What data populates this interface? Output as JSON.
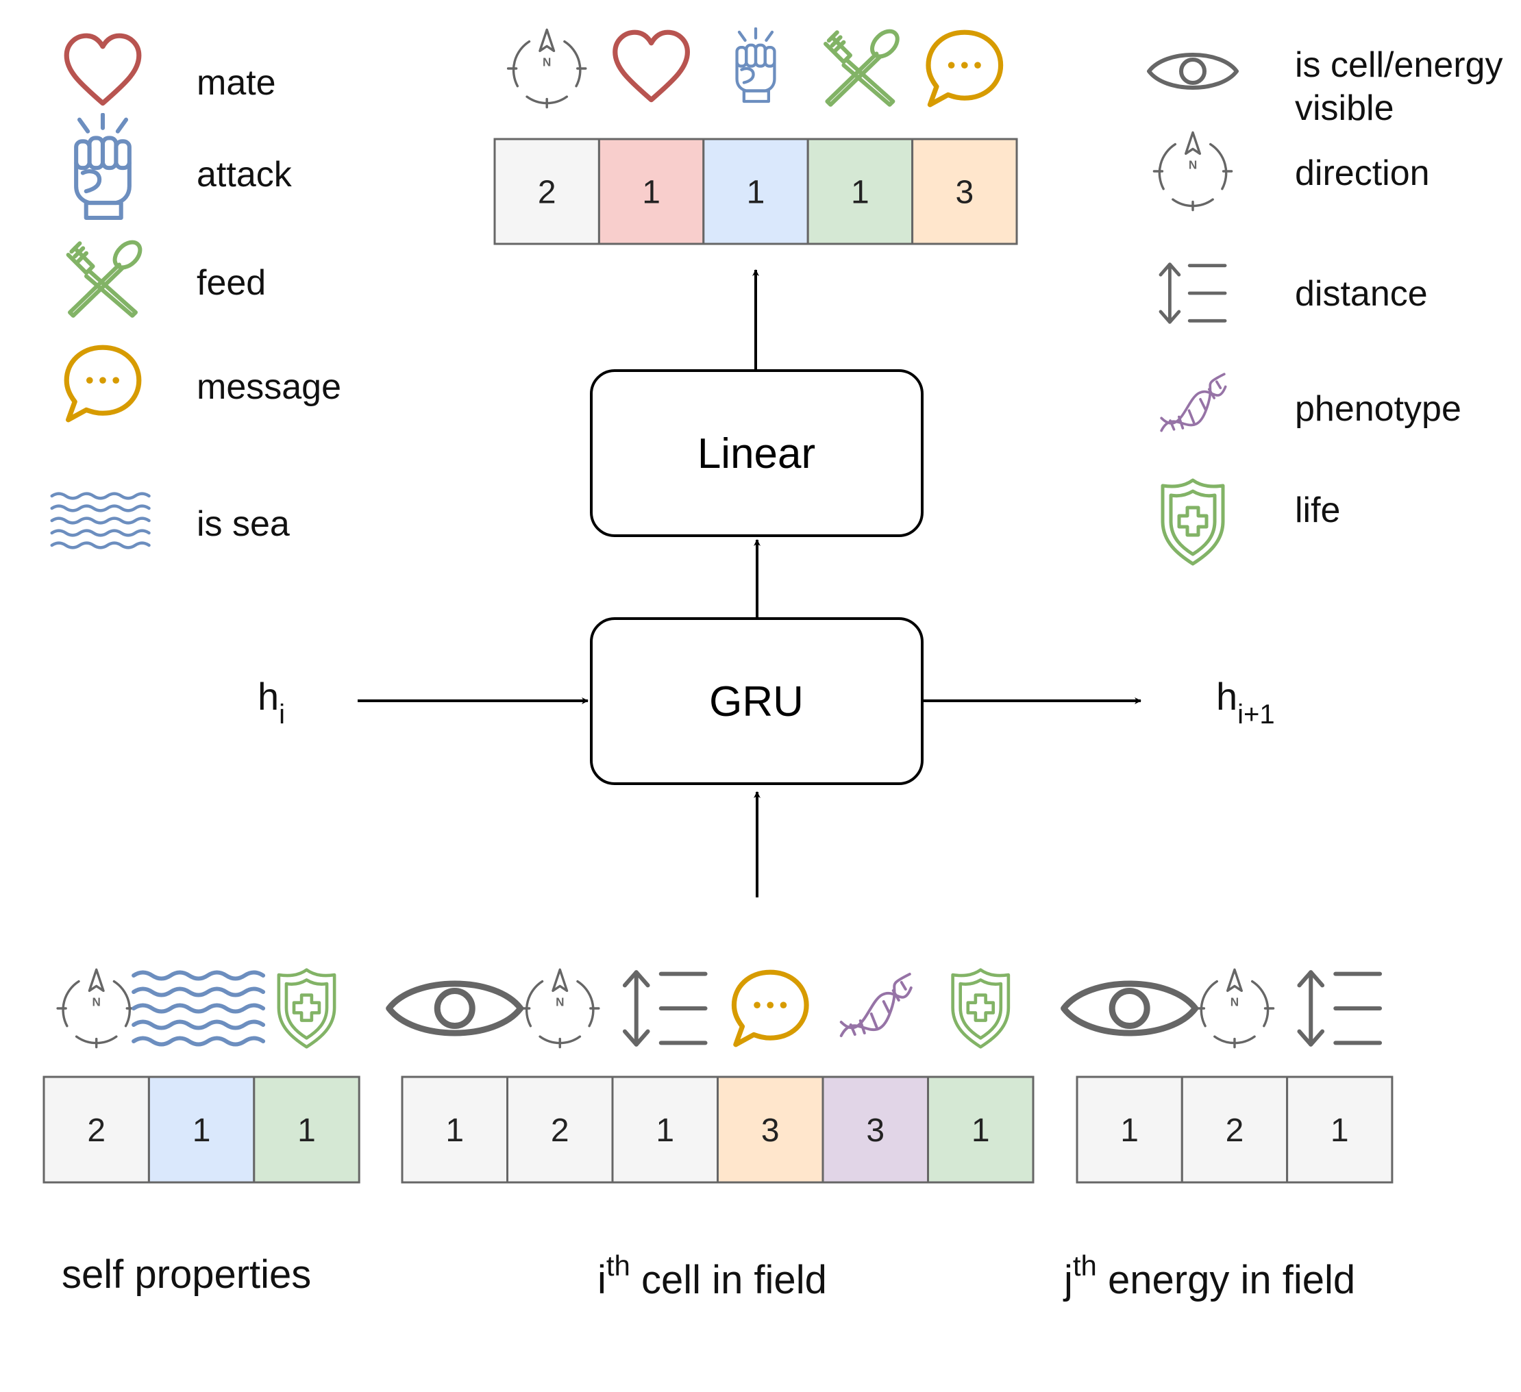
{
  "legend_left": [
    {
      "icon": "heart-icon",
      "label": "mate"
    },
    {
      "icon": "fist-icon",
      "label": "attack"
    },
    {
      "icon": "fork-spoon-icon",
      "label": "feed"
    },
    {
      "icon": "speech-bubble-icon",
      "label": "message"
    },
    {
      "icon": "waves-icon",
      "label": "is sea"
    }
  ],
  "legend_right": [
    {
      "icon": "eye-icon",
      "label_line1": "is cell/energy",
      "label_line2": "visible"
    },
    {
      "icon": "compass-icon",
      "label": "direction"
    },
    {
      "icon": "distance-icon",
      "label": "distance"
    },
    {
      "icon": "dna-icon",
      "label": "phenotype"
    },
    {
      "icon": "shield-cross-icon",
      "label": "life"
    }
  ],
  "output_vector": [
    {
      "icon": "compass-icon",
      "value": "2",
      "color": "#f5f5f5"
    },
    {
      "icon": "heart-icon",
      "value": "1",
      "color": "#f8cecc"
    },
    {
      "icon": "fist-icon",
      "value": "1",
      "color": "#dae8fc"
    },
    {
      "icon": "fork-spoon-icon",
      "value": "1",
      "color": "#d5e8d4"
    },
    {
      "icon": "speech-bubble-icon",
      "value": "3",
      "color": "#ffe6cc"
    }
  ],
  "boxes": {
    "linear": "Linear",
    "gru": "GRU"
  },
  "hidden": {
    "in_base": "h",
    "in_sub": "i",
    "out_base": "h",
    "out_sub": "i+1"
  },
  "self_properties": {
    "caption": "self properties",
    "cells": [
      {
        "icon": "compass-icon",
        "value": "2",
        "color": "#f5f5f5"
      },
      {
        "icon": "waves-icon",
        "value": "1",
        "color": "#dae8fc"
      },
      {
        "icon": "shield-cross-icon",
        "value": "1",
        "color": "#d5e8d4"
      }
    ]
  },
  "cell_in_field": {
    "caption_base": "i",
    "caption_sup": "th",
    "caption_rest": " cell in field",
    "cells": [
      {
        "icon": "eye-icon",
        "value": "1",
        "color": "#f5f5f5"
      },
      {
        "icon": "compass-icon",
        "value": "2",
        "color": "#f5f5f5"
      },
      {
        "icon": "distance-icon",
        "value": "1",
        "color": "#f5f5f5"
      },
      {
        "icon": "speech-bubble-icon",
        "value": "3",
        "color": "#ffe6cc"
      },
      {
        "icon": "dna-icon",
        "value": "3",
        "color": "#e1d5e7"
      },
      {
        "icon": "shield-cross-icon",
        "value": "1",
        "color": "#d5e8d4"
      }
    ]
  },
  "energy_in_field": {
    "caption_base": "j",
    "caption_sup": "th",
    "caption_rest": " energy in field",
    "cells": [
      {
        "icon": "eye-icon",
        "value": "1",
        "color": "#f5f5f5"
      },
      {
        "icon": "compass-icon",
        "value": "2",
        "color": "#f5f5f5"
      },
      {
        "icon": "distance-icon",
        "value": "1",
        "color": "#f5f5f5"
      }
    ]
  },
  "icon_colors": {
    "heart": "#b85450",
    "fist": "#6c8ebf",
    "fork": "#82b366",
    "message": "#d79b00",
    "waves": "#6c8ebf",
    "gray": "#666666",
    "dna": "#9673a6",
    "shield": "#82b366"
  }
}
